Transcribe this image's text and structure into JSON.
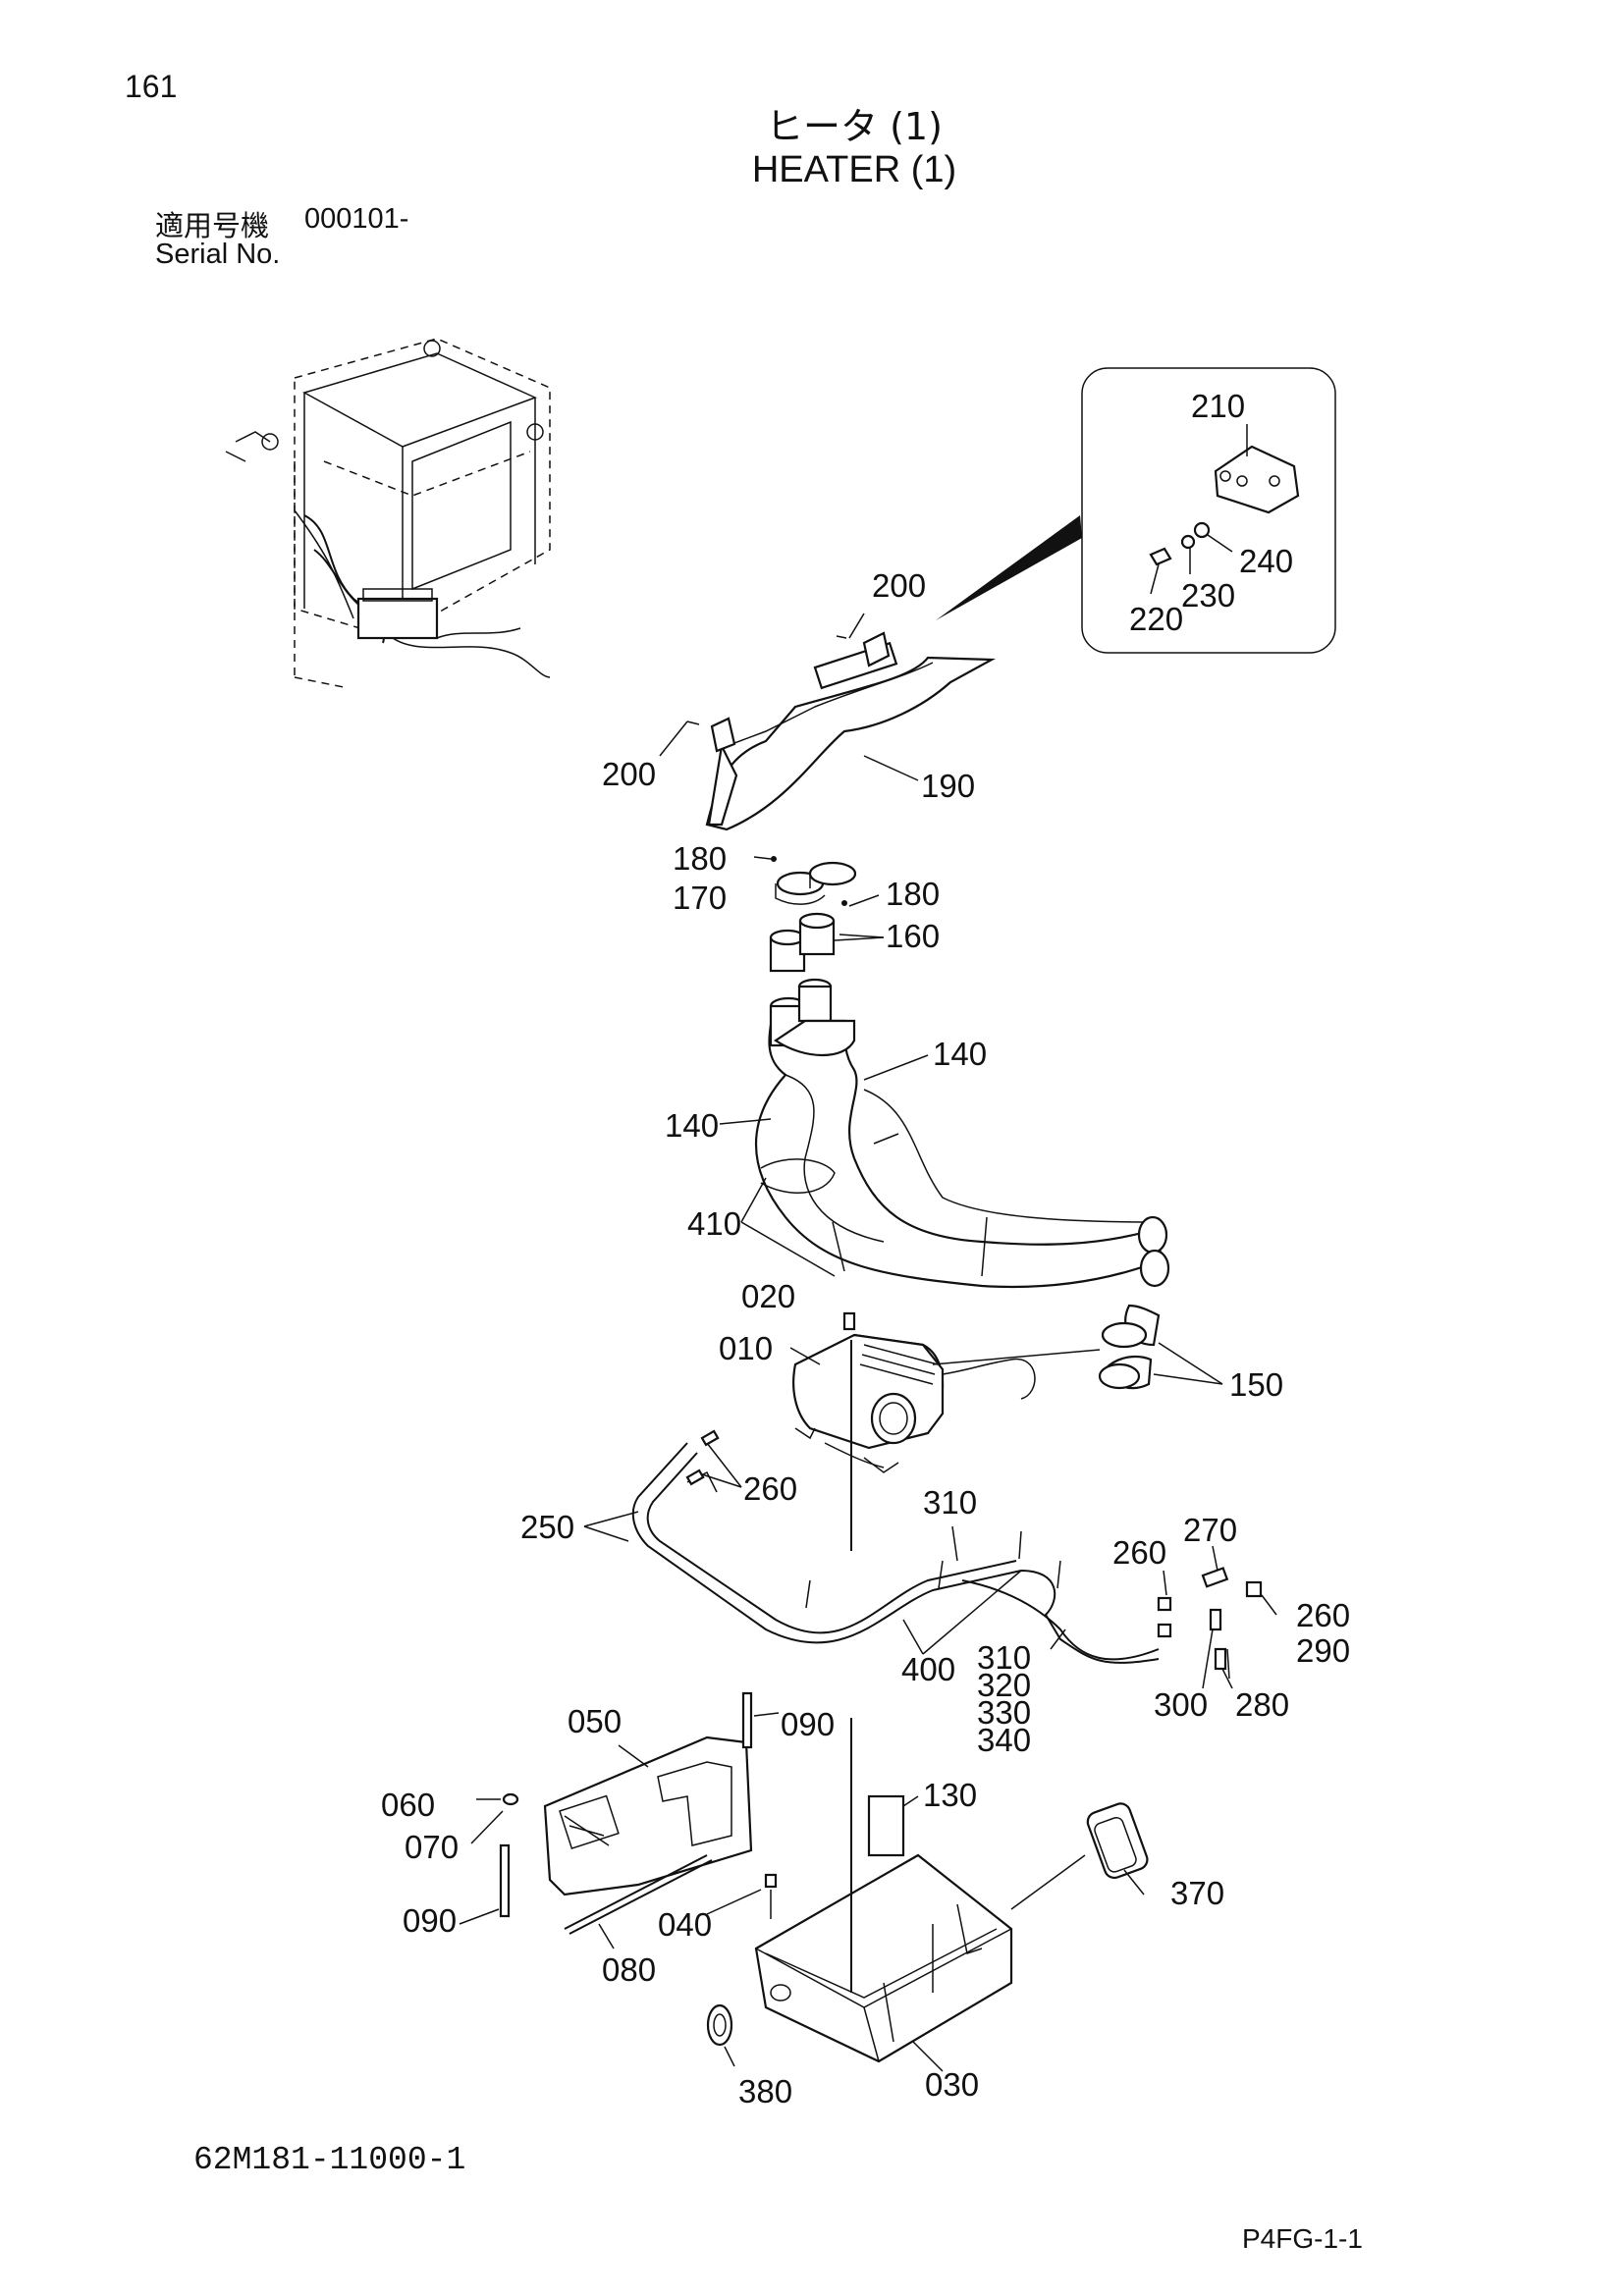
{
  "page_number": "161",
  "title": {
    "jp": "ヒータ (1)",
    "en": "HEATER (1)"
  },
  "serial": {
    "jp_label": "適用号機",
    "value": "000101-",
    "en_label": "Serial No."
  },
  "drawing_number": "62M181-11000-1",
  "page_code": "P4FG-1-1",
  "callouts": {
    "c210": "210",
    "c240": "240",
    "c230": "230",
    "c220": "220",
    "c200a": "200",
    "c200b": "200",
    "c190": "190",
    "c180a": "180",
    "c170": "170",
    "c180b": "180",
    "c160": "160",
    "c140a": "140",
    "c140b": "140",
    "c410": "410",
    "c020": "020",
    "c010": "010",
    "c150": "150",
    "c260a": "260",
    "c250": "250",
    "c310a": "310",
    "c270": "270",
    "c260b": "260",
    "c260c": "260",
    "c290": "290",
    "c400": "400",
    "c310b": "310",
    "c320": "320",
    "c330": "330",
    "c340": "340",
    "c300": "300",
    "c280": "280",
    "c050": "050",
    "c090a": "090",
    "c060": "060",
    "c070": "070",
    "c130": "130",
    "c370": "370",
    "c090b": "090",
    "c040": "040",
    "c080": "080",
    "c380": "380",
    "c030": "030"
  }
}
